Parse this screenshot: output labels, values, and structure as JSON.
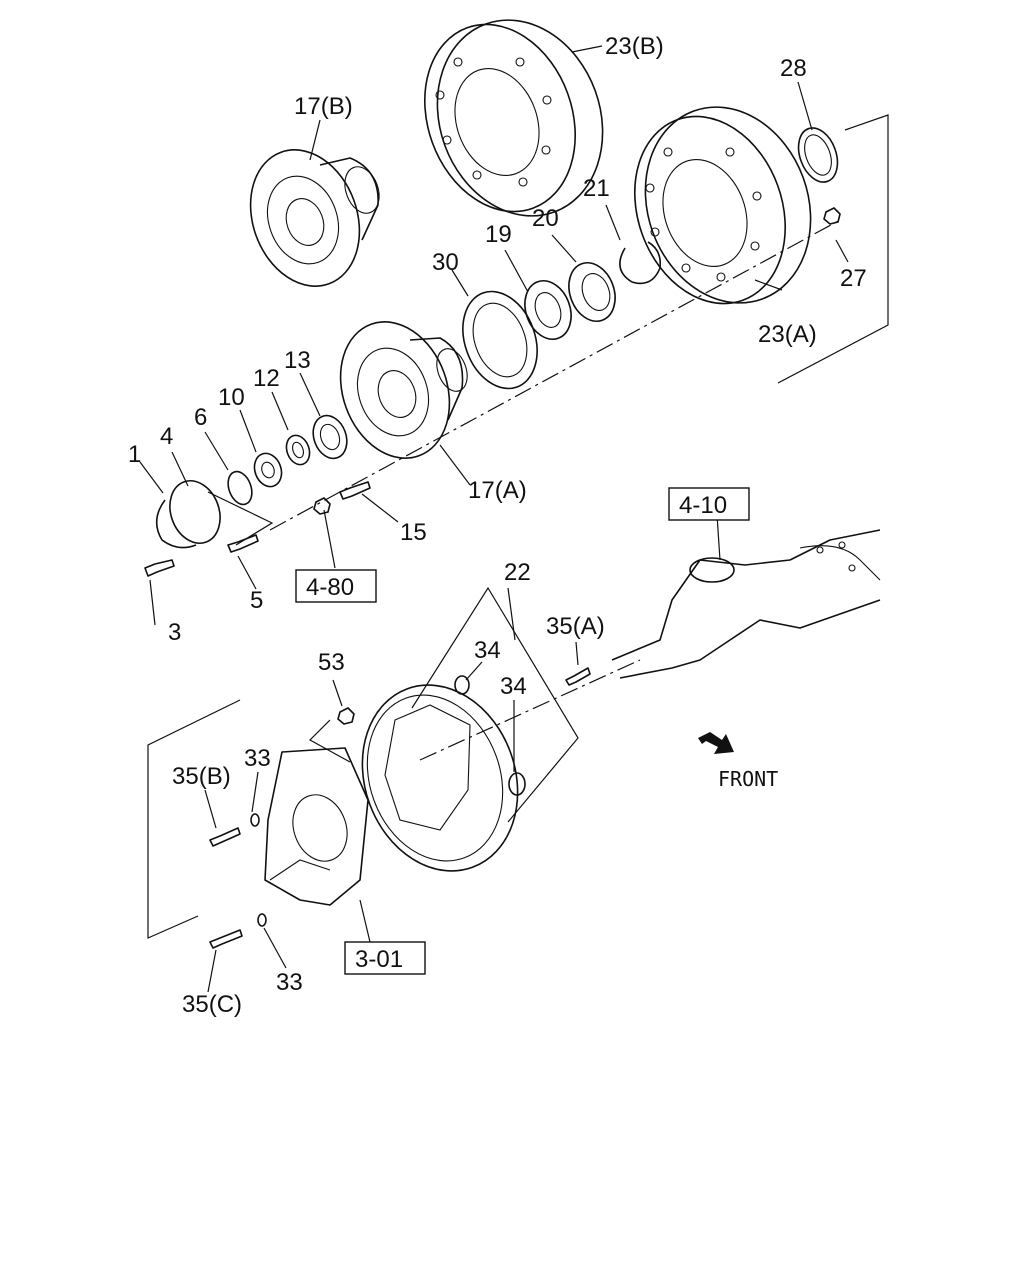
{
  "callouts": {
    "p1": "1",
    "p3": "3",
    "p4": "4",
    "p5": "5",
    "p6": "6",
    "p10": "10",
    "p12": "12",
    "p13": "13",
    "p15": "15",
    "p17a": "17(A)",
    "p17b": "17(B)",
    "p19": "19",
    "p20": "20",
    "p21": "21",
    "p22": "22",
    "p23a": "23(A)",
    "p23b": "23(B)",
    "p27": "27",
    "p28": "28",
    "p30": "30",
    "p33a": "33",
    "p33b": "33",
    "p34a": "34",
    "p34b": "34",
    "p35a": "35(A)",
    "p35b": "35(B)",
    "p35c": "35(C)",
    "p53": "53"
  },
  "references": {
    "r480": "4-80",
    "r410": "4-10",
    "r301": "3-01"
  },
  "direction_label": "FRONT",
  "icons": {
    "front_arrow": "arrow-down-right-icon"
  }
}
